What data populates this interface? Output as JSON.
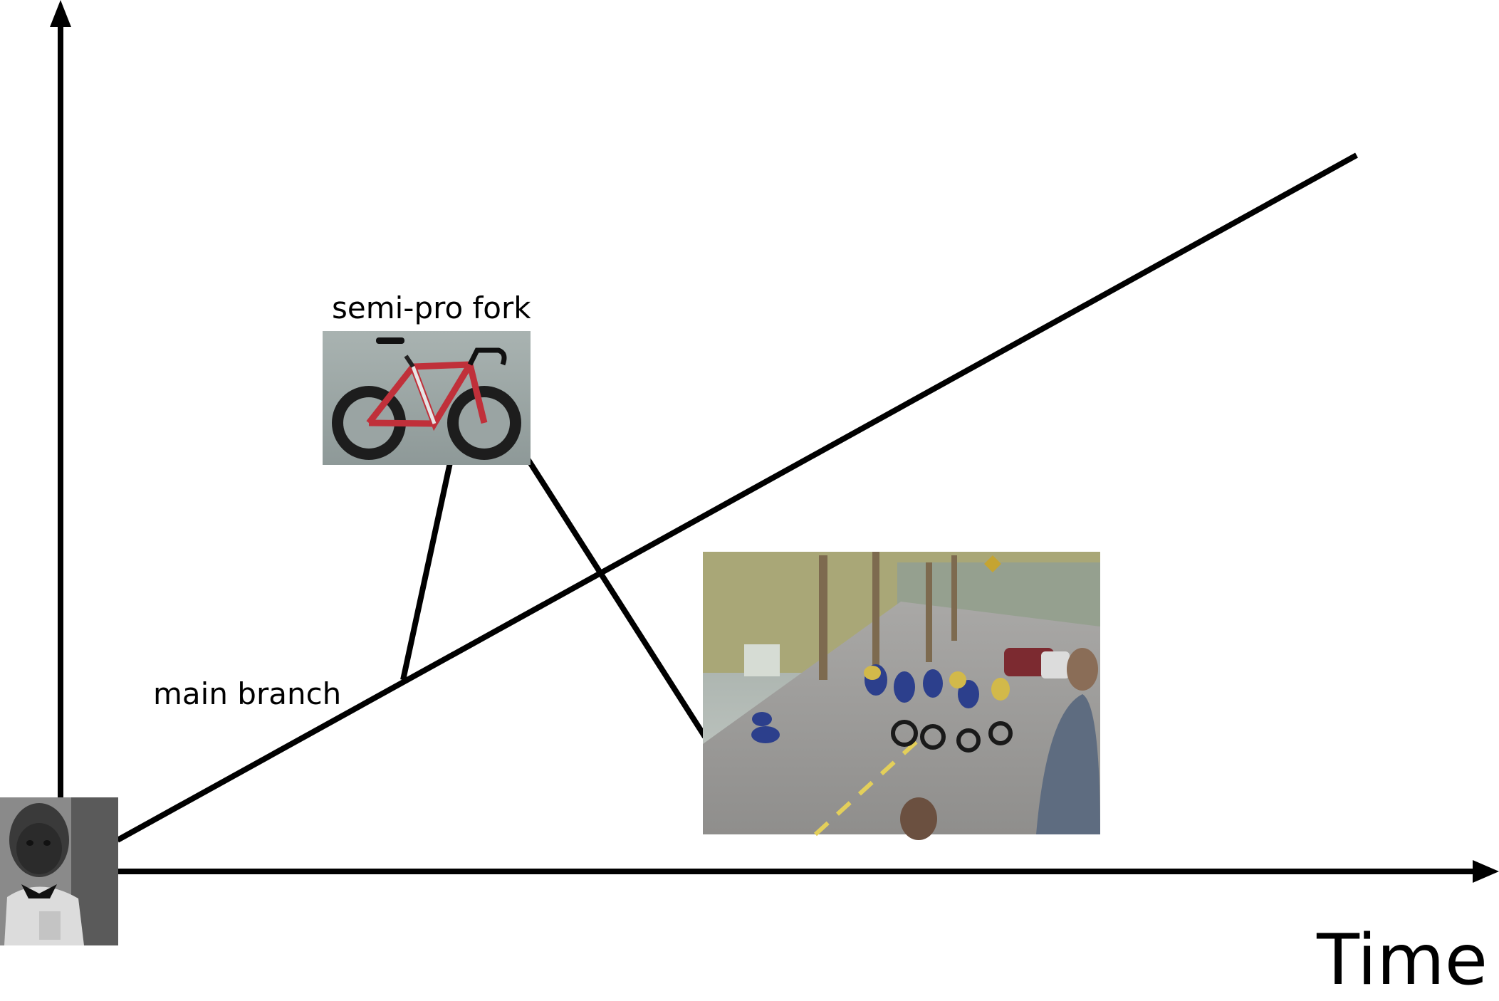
{
  "diagram": {
    "axis_x_label": "Time",
    "labels": {
      "main_branch": "main branch",
      "fork": "semi-pro fork"
    },
    "pictures": {
      "origin": "baby photo",
      "fork": "road bike photo",
      "outcome": "bike race crash photo"
    }
  }
}
